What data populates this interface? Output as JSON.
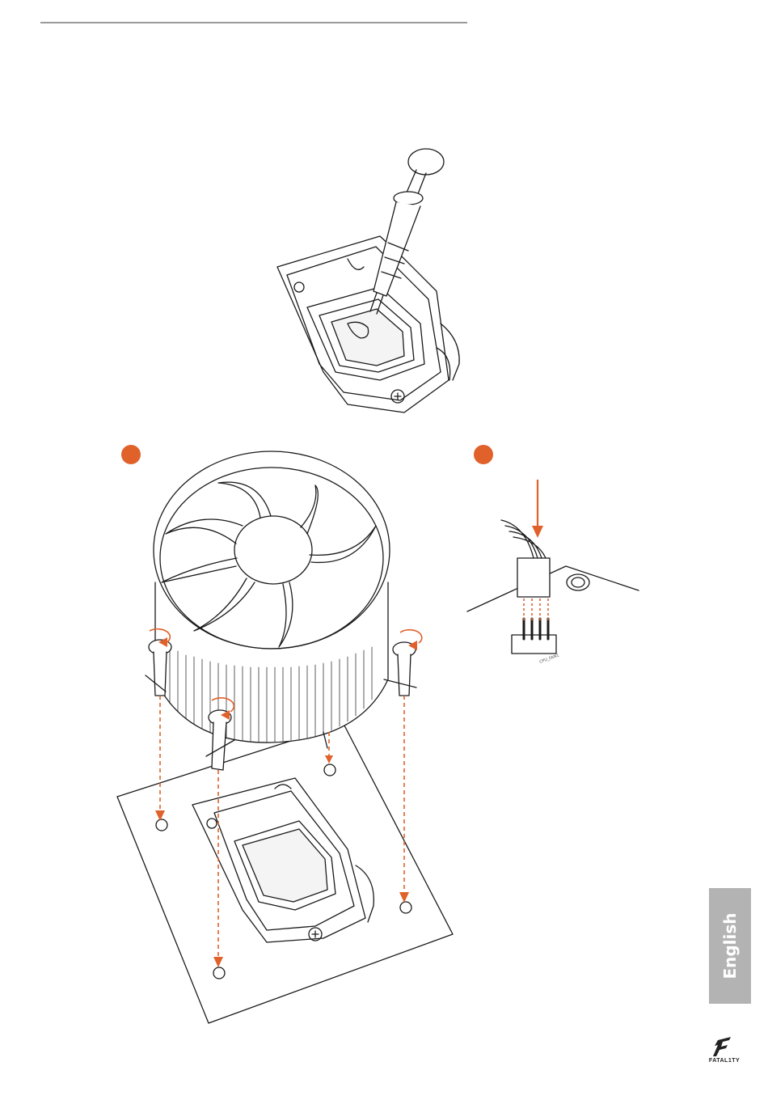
{
  "page": {
    "language_tab": "English",
    "logo_text": "FATAL1TY"
  },
  "figures": {
    "step_markers": [
      "step-marker-1",
      "step-marker-2"
    ],
    "header_label": "CPU_FAN1"
  },
  "colors": {
    "accent": "#e0612a",
    "line": "#1a1a1a",
    "tab_gray": "#b3b3b3"
  }
}
